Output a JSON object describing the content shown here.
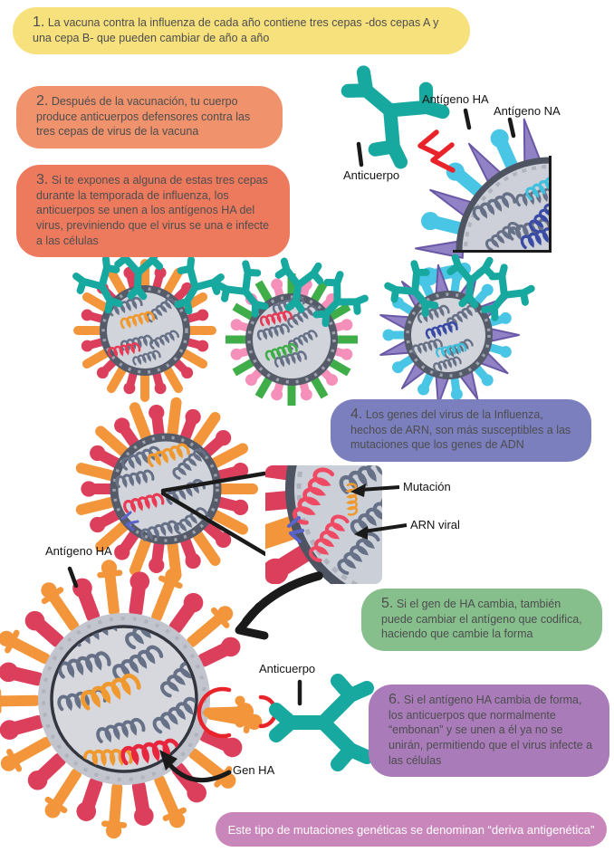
{
  "steps": [
    {
      "num": "1.",
      "text": "La vacuna contra la influenza de cada año contiene tres cepas -dos cepas A y una cepa B- que pueden cambiar de año a año",
      "bg": "#F7E17C"
    },
    {
      "num": "2.",
      "text": "Después de la vacunación, tu cuerpo produce anticuerpos defensores contra las tres cepas de virus de la vacuna",
      "bg": "#F0926B"
    },
    {
      "num": "3.",
      "text": "Si te expones a alguna de estas tres cepas durante la temporada de influenza, los anticuerpos se unen a los antígenos HA del virus, previniendo que el virus se una e infecte a las células",
      "bg": "#EE7A5E"
    },
    {
      "num": "4.",
      "text": "Los genes del virus de la Influenza, hechos de ARN, son más susceptibles a las mutaciones que los genes de ADN",
      "bg": "#7C7FBE"
    },
    {
      "num": "5.",
      "text": "Si el gen de HA cambia, también puede cambiar el antígeno que codifica, haciendo que cambie la forma",
      "bg": "#86BF8C"
    },
    {
      "num": "6.",
      "text": "Si el antígeno HA cambia de forma, los anticuerpos que normalmente “embonan” y se unen a él ya no se unirán, permitiendo que el virus infecte a las células",
      "bg": "#A97CB9"
    }
  ],
  "labels": {
    "antigeno_ha_top": "Antígeno HA",
    "antigeno_na": "Antígeno NA",
    "anticuerpo_top": "Anticuerpo",
    "mutacion": "Mutación",
    "arn_viral": "ARN viral",
    "antigeno_ha_left": "Antígeno HA",
    "anticuerpo_bottom": "Anticuerpo",
    "gen_ha": "Gen HA"
  },
  "footer": {
    "text": "Este tipo de mutaciones genéticas se denominan “deriva antigenética”",
    "bg": "#C986BB"
  },
  "palette": {
    "antibody_teal": "#17A99F",
    "spike_orange": "#F2953B",
    "spike_crimson": "#DC3F5C",
    "spike_green": "#3FAE49",
    "spike_pink": "#F490B9",
    "spike_purple": "#9182C6",
    "spike_cyan": "#49C5E5",
    "membrane": "#4E5462",
    "gene_gray": "#667086",
    "gene_orange": "#F0992F",
    "gene_red": "#E8273F",
    "gene_blue": "#3A4BA5",
    "gene_green": "#3FAE49",
    "gene_cyan": "#3FC0DC",
    "mark_red": "#E8232A"
  }
}
